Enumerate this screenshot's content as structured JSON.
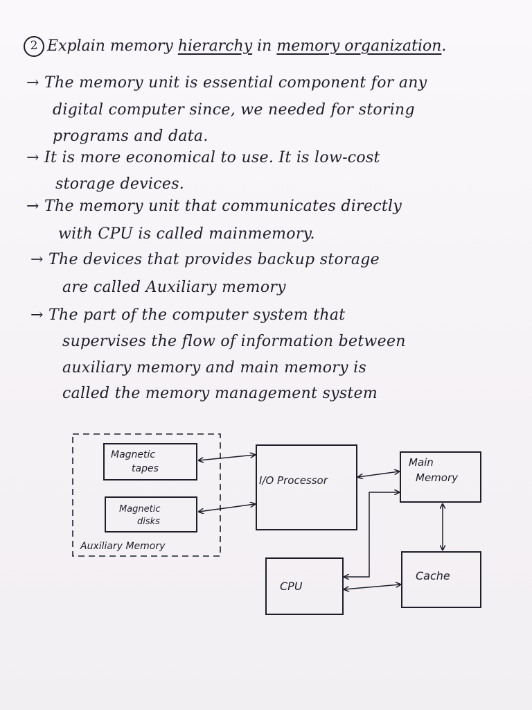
{
  "question": {
    "number": "2",
    "parts": [
      "Explain memory ",
      "hierarchy",
      " in ",
      "memory organization",
      "."
    ]
  },
  "body_lines": [
    "→ The memory unit is essential component for any",
    "digital computer since, we needed for storing",
    "programs and data.",
    "→ It is more economical to use. It is low-cost",
    "storage devices.",
    "→ The memory unit that communicates directly",
    "with CPU is called mainmemory.",
    "→ The devices that provides backup storage",
    "are called Auxiliary memory",
    "→ The part of the computer system that",
    "supervises the flow of information between",
    "auxiliary memory and main memory is",
    "called the memory management system"
  ],
  "diagram": {
    "tapes_line1": "Magnetic",
    "tapes_line2": "tapes",
    "disks_line1": "Magnetic",
    "disks_line2": "disks",
    "aux_label": "Auxiliary Memory",
    "io_label": "I/O Processor",
    "main_line1": "Main",
    "main_line2": "Memory",
    "cpu_label": "CPU",
    "cache_label": "Cache"
  }
}
